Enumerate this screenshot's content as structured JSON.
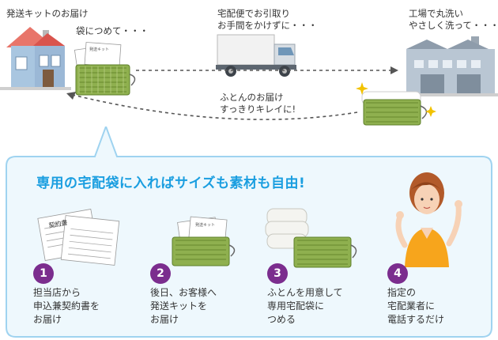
{
  "flow": {
    "house_label": "発送キットのお届け",
    "bag_label": "袋につめて・・・",
    "truck_label_1": "宅配便でお引取り",
    "truck_label_2": "お手間をかけずに・・・",
    "factory_label_1": "工場で丸洗い",
    "factory_label_2": "やさしく洗って・・・",
    "return_label_1": "ふとんのお届け",
    "return_label_2": "すっきりキレイに!"
  },
  "panel": {
    "title": "専用の宅配袋に入ればサイズも素材も自由!",
    "contract_doc_text": "契約書",
    "kit_doc_text": "発送キット",
    "steps": [
      {
        "number": "1",
        "line1": "担当店から",
        "line2": "申込兼契約書を",
        "line3": "お届け"
      },
      {
        "number": "2",
        "line1": "後日、お客様へ",
        "line2": "発送キットを",
        "line3": "お届け"
      },
      {
        "number": "3",
        "line1": "ふとんを用意して",
        "line2": "専用宅配袋に",
        "line3": "つめる"
      },
      {
        "number": "4",
        "line1": "指定の",
        "line2": "宅配業者に",
        "line3": "電話するだけ"
      }
    ]
  },
  "colors": {
    "accent_blue": "#1a9ee0",
    "panel_border": "#9fd3f0",
    "panel_fill": "#eef8fd",
    "step_badge": "#7b2d8e",
    "bag_green": "#8fb04f",
    "bag_stripe": "#5e7f2a"
  }
}
